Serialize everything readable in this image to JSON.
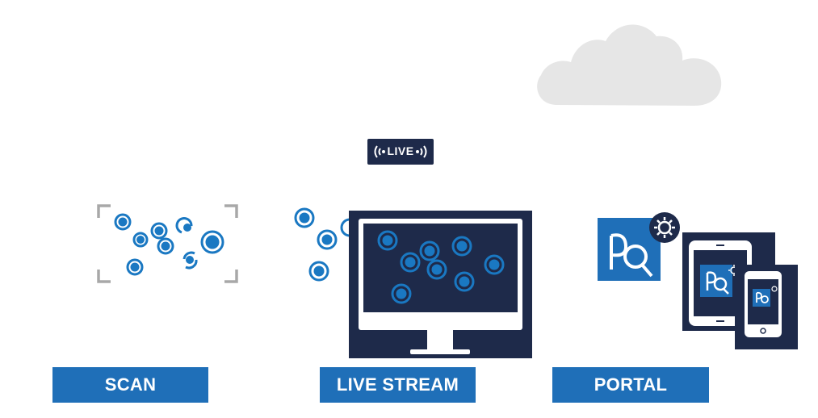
{
  "live_badge": {
    "text": "LIVE",
    "icon_left": "broadcast-waves-left-icon",
    "icon_right": "broadcast-waves-right-icon"
  },
  "steps": [
    {
      "label": "SCAN"
    },
    {
      "label": "LIVE STREAM"
    },
    {
      "label": "PORTAL"
    }
  ],
  "colors": {
    "brand_blue": "#1f6fb8",
    "cell_blue": "#1a78c2",
    "dark_navy": "#1e2a4a",
    "cloud_gray": "#e6e6e6",
    "frame_gray": "#a8a8a8"
  }
}
